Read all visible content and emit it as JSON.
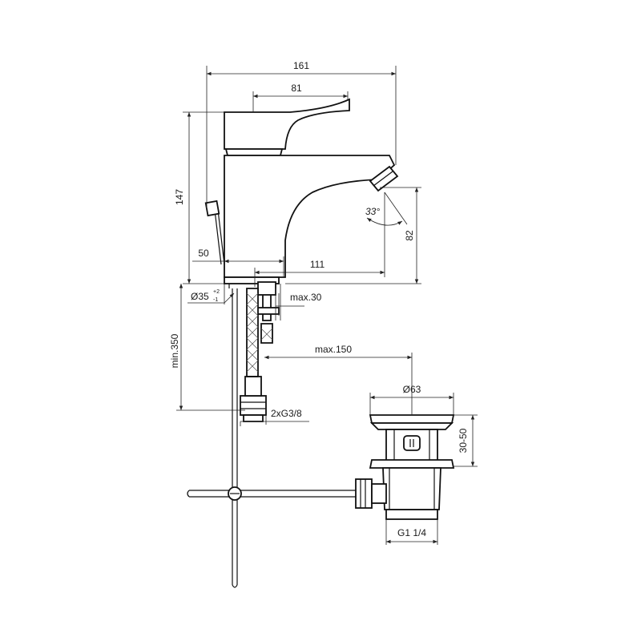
{
  "drawing": {
    "dimensions": {
      "overall_width": "161",
      "lever_width": "81",
      "height": "147",
      "spout_height": "82",
      "body_offset": "50",
      "spout_reach": "111",
      "spout_angle": "33°",
      "hole_diameter": "Ø35",
      "hole_tol_upper": "+2",
      "hole_tol_lower": "-1",
      "max_thickness": "max.30",
      "hose_length": "min.350",
      "rod_length": "max.150",
      "waste_diameter": "Ø63",
      "waste_height": "30-50",
      "waste_thread": "G1 1/4",
      "hose_thread": "2xG3/8"
    }
  }
}
